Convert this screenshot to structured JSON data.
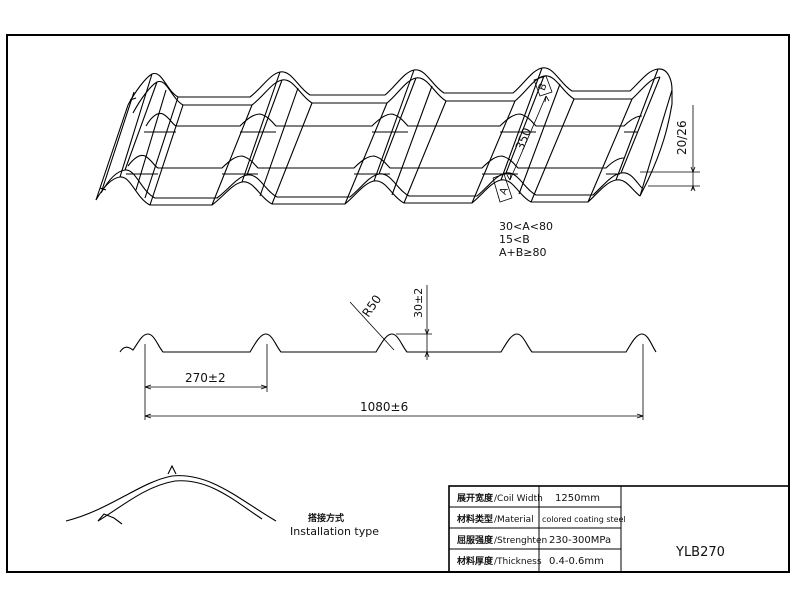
{
  "condition_notes": [
    "30<A<80",
    "15<B",
    "A+B≥80"
  ],
  "dimensions": {
    "block_length": "350",
    "label_a": "A",
    "label_b": "B",
    "step_height": "20/26",
    "radius": "R50",
    "profile_height": "30±2",
    "pitch": "270±2",
    "cover_width": "1080±6"
  },
  "installation": {
    "label_cn": "搭接方式",
    "label_en": "Installation type"
  },
  "spec_table": {
    "rows": [
      {
        "label_cn": "展开宽度",
        "label_en": "/Coil Width",
        "value": "1250mm"
      },
      {
        "label_cn": "材料类型",
        "label_en": "/Material",
        "value": "colored coating steel"
      },
      {
        "label_cn": "屈服强度",
        "label_en": "/Strenghten",
        "value": "230-300MPa"
      },
      {
        "label_cn": "材料厚度",
        "label_en": "/Thickness",
        "value": "0.4-0.6mm"
      }
    ],
    "model": "YLB270"
  }
}
